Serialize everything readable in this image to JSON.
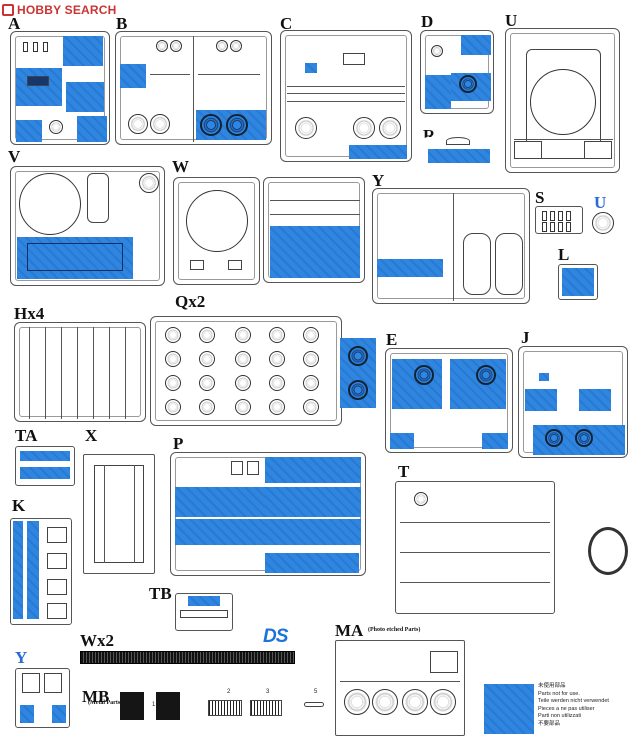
{
  "watermark": {
    "text": "HOBBY SEARCH",
    "icon": "hobby-search-logo-icon"
  },
  "sprues": [
    {
      "key": "A",
      "label": "A"
    },
    {
      "key": "B",
      "label": "B"
    },
    {
      "key": "C",
      "label": "C"
    },
    {
      "key": "D",
      "label": "D"
    },
    {
      "key": "U",
      "label": "U"
    },
    {
      "key": "R",
      "label": "R"
    },
    {
      "key": "V",
      "label": "V"
    },
    {
      "key": "W",
      "label": "W"
    },
    {
      "key": "Y",
      "label": "Y"
    },
    {
      "key": "S",
      "label": "S"
    },
    {
      "key": "U2",
      "label": "U"
    },
    {
      "key": "L",
      "label": "L"
    },
    {
      "key": "H",
      "label": "Hx4"
    },
    {
      "key": "Q",
      "label": "Qx2"
    },
    {
      "key": "E",
      "label": "E"
    },
    {
      "key": "J",
      "label": "J"
    },
    {
      "key": "TA",
      "label": "TA"
    },
    {
      "key": "X",
      "label": "X"
    },
    {
      "key": "P",
      "label": "P"
    },
    {
      "key": "T",
      "label": "T"
    },
    {
      "key": "K",
      "label": "K"
    },
    {
      "key": "TB",
      "label": "TB"
    },
    {
      "key": "W2",
      "label": "Wx2"
    },
    {
      "key": "MA",
      "label": "MA"
    },
    {
      "key": "Y2",
      "label": "Y"
    },
    {
      "key": "MB",
      "label": "MB"
    }
  ],
  "ma_subtitle": "(Photo etched Parts)",
  "mb_subtitle": "(Metal Parts)",
  "brand_logo": "DS",
  "metal_part_numbers": [
    "1",
    "2",
    "3",
    "5"
  ],
  "legend": {
    "swatch_color": "#2f86e0",
    "lines": [
      "未使用部品",
      "Parts not for use.",
      "Teile werden nicht verwendet",
      "Pieces a ne pas utiliser",
      "Parti non utilizzati",
      "不要部品"
    ]
  },
  "colors": {
    "unused_parts": "#2f86e0",
    "label_blue": "#2a6ad8",
    "watermark": "#cc3333"
  }
}
